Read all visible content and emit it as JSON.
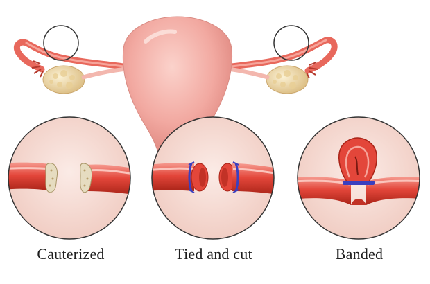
{
  "labels": {
    "cauterized": "Cauterized",
    "tied_and_cut": "Tied and cut",
    "banded": "Banded"
  },
  "colors": {
    "uterus": "#f2a9a1",
    "uterus_shade": "#e07f78",
    "tube": "#e3463a",
    "tube_dark": "#b82a20",
    "tube_light": "#f4877c",
    "ovary": "#f3e0b0",
    "ovary_shade": "#d9b97c",
    "circle_bg": "#f6ddd6",
    "ligature": "#3b3fbf",
    "cautery_end": "#e4ddc2"
  }
}
